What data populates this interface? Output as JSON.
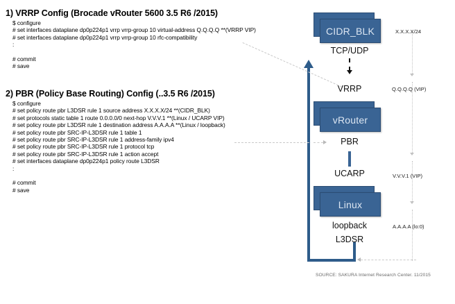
{
  "sections": [
    {
      "title": "1) VRRP Config (Brocade vRouter 5600 3.5 R6 /2015)",
      "lines": [
        "$ configure",
        "# set interfaces dataplane dp0p224p1 vrrp vrrp-group 10 virtual-address Q.Q.Q.Q **(VRRP VIP)",
        "# set interfaces dataplane dp0p224p1 vrrp vrrp-group 10 rfc-compatibility",
        ":",
        "",
        "# commit",
        "# save"
      ]
    },
    {
      "title": "2) PBR (Policy Base Routing) Config (..3.5 R6 /2015)",
      "lines": [
        "$ configure",
        "# set policy route pbr L3DSR rule 1 source address X.X.X.X/24 **(CIDR_BLK)",
        "# set protocols static table 1  route 0.0.0.0/0 next-hop V.V.V.1 **(Linux / UCARP VIP)",
        "# set policy route pbr L3DSR rule 1 destination address A.A.A.A **(Linux / loopback)",
        "# set policy route pbr SRC-IP-L3DSR rule 1 table 1",
        "# set policy route pbr SRC-IP-L3DSR rule 1 address-family ipv4",
        "# set policy route pbr SRC-IP-L3DSR rule 1 protocol tcp",
        "# set policy route pbr SRC-IP-L3DSR rule 1 action accept",
        "# set interfaces dataplane dp0p224p1 policy route L3DSR",
        ":",
        "",
        "# commit",
        "# save"
      ]
    }
  ],
  "diagram": {
    "nodes": [
      {
        "label": "CIDR_BLK"
      },
      {
        "label": "vRouter"
      },
      {
        "label": "Linux"
      }
    ],
    "protocol_labels": [
      "TCP/UDP",
      "VRRP",
      "PBR",
      "UCARP",
      "loopback",
      "L3DSR"
    ],
    "address_labels": [
      "X.X.X.X/24",
      "Q.Q.Q.Q (VIP)",
      "V.V.V.1 (VIP)",
      "A.A.A.A (lo:0)"
    ],
    "colors": {
      "box_fill": "#3a6494",
      "box_border": "#2b4c73",
      "box_text": "#dce6f2",
      "arrow_blue": "#2e5c8a",
      "guide_grey": "#c2c2c2"
    }
  },
  "source": "SOURCE: SAKURA Internet Research Center. 11/2015"
}
